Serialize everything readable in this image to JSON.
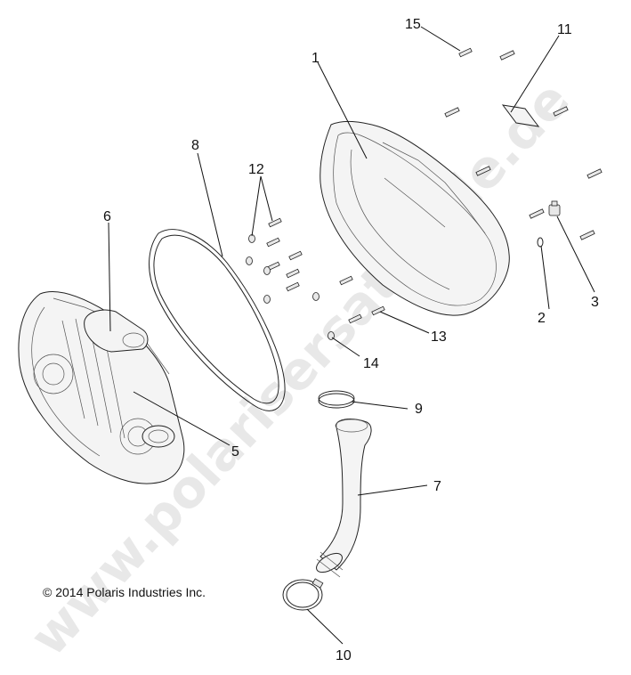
{
  "watermark": "www.polarisersatzteile.de",
  "copyright": "© 2014 Polaris Industries Inc.",
  "callouts": [
    "1",
    "2",
    "3",
    "5",
    "6",
    "7",
    "8",
    "9",
    "10",
    "11",
    "12",
    "13",
    "14",
    "15"
  ],
  "parts": {
    "outer_cover": "outer-clutch-cover",
    "inner_cover": "inner-clutch-cover",
    "belt": "drive-belt",
    "duct": "intake-duct",
    "clamp_small": "hose-clamp",
    "clamp_large": "hose-clamp",
    "seal": "cover-seal",
    "plug": "drain-plug",
    "oring": "o-ring"
  }
}
